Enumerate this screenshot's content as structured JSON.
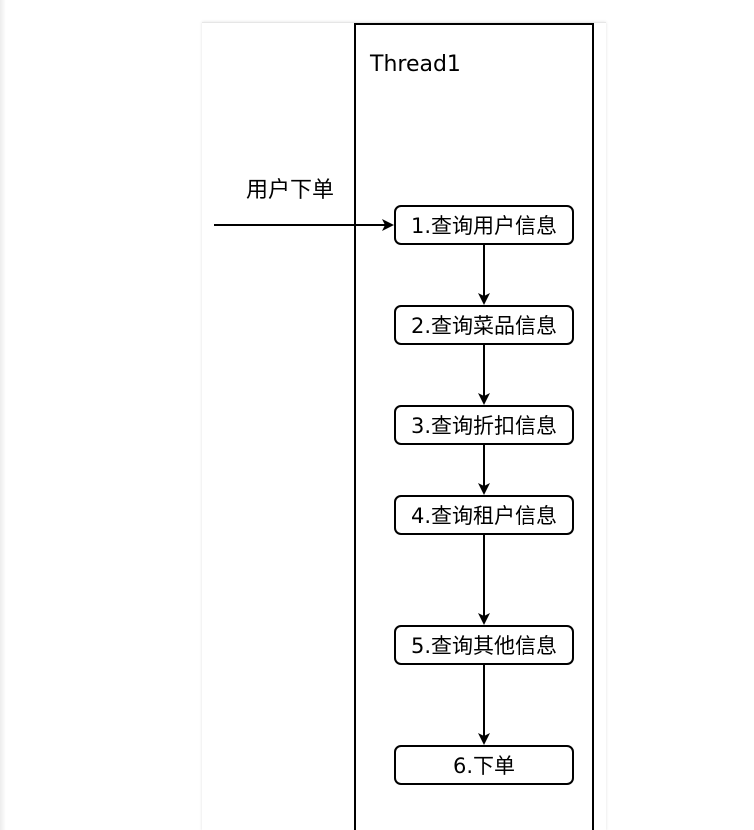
{
  "lane": {
    "title": "Thread1"
  },
  "entry": {
    "label": "用户下单"
  },
  "steps": [
    {
      "label": "1.查询用户信息"
    },
    {
      "label": "2.查询菜品信息"
    },
    {
      "label": "3.查询折扣信息"
    },
    {
      "label": "4.查询租户信息"
    },
    {
      "label": "5.查询其他信息"
    },
    {
      "label": "6.下单"
    }
  ],
  "colors": {
    "stroke": "#000000",
    "background": "#ffffff"
  }
}
